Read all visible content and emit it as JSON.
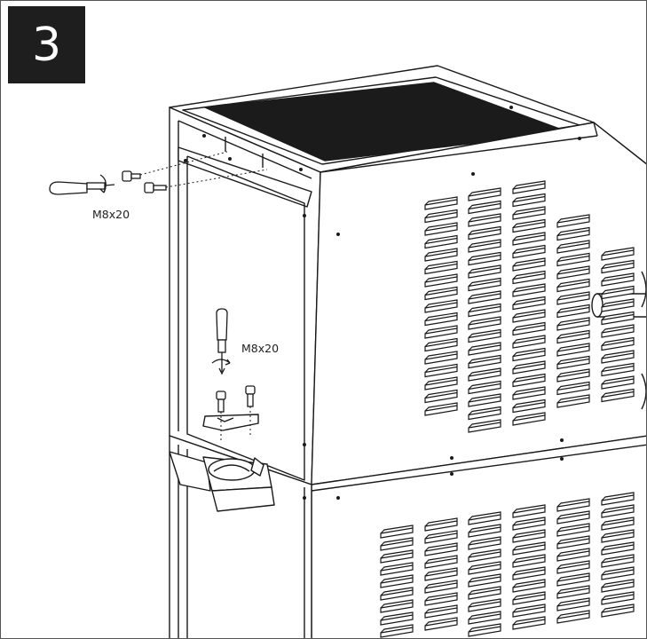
{
  "step": {
    "number": "3"
  },
  "callouts": [
    {
      "id": "top-screws",
      "text": "M8x20"
    },
    {
      "id": "bracket-screws",
      "text": "M8x20"
    }
  ],
  "icons": [
    "screwdriver-icon",
    "screw-icon",
    "rotation-arrow-icon"
  ],
  "colors": {
    "badge_bg": "#1e1e1e",
    "badge_text": "#ffffff",
    "line": "#1a1a1a",
    "top_panel": "#1b1b1b"
  }
}
